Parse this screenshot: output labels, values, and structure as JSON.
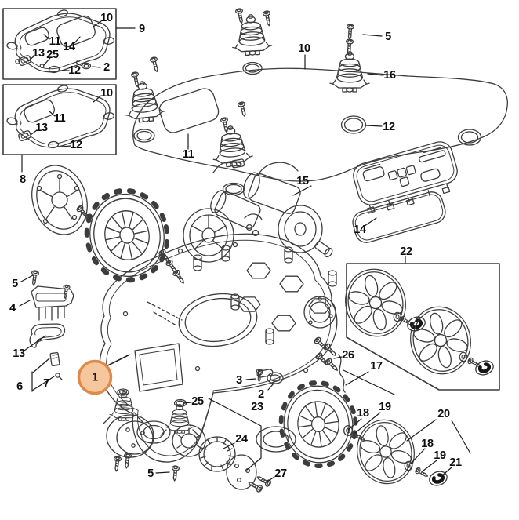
{
  "colors": {
    "line": "#3c3c3c",
    "label": "#0d0d0d",
    "highlight_fill": "#f6c79e",
    "highlight_stroke": "#de8a4b",
    "bg": "#ffffff"
  },
  "diagram": {
    "selected_part": {
      "number": "1"
    },
    "callouts": [
      {
        "part": "10"
      },
      {
        "part": "11"
      },
      {
        "part": "14"
      },
      {
        "part": "13"
      },
      {
        "part": "25"
      },
      {
        "part": "12"
      },
      {
        "part": "2"
      },
      {
        "part": "9"
      },
      {
        "part": "10"
      },
      {
        "part": "11"
      },
      {
        "part": "13"
      },
      {
        "part": "12"
      },
      {
        "part": "8"
      },
      {
        "part": "10"
      },
      {
        "part": "11"
      },
      {
        "part": "5"
      },
      {
        "part": "16"
      },
      {
        "part": "12"
      },
      {
        "part": "14"
      },
      {
        "part": "22"
      },
      {
        "part": "5"
      },
      {
        "part": "4"
      },
      {
        "part": "15"
      },
      {
        "part": "13"
      },
      {
        "part": "6"
      },
      {
        "part": "7"
      },
      {
        "part": "1"
      },
      {
        "part": "3"
      },
      {
        "part": "2"
      },
      {
        "part": "25"
      },
      {
        "part": "23"
      },
      {
        "part": "24"
      },
      {
        "part": "26"
      },
      {
        "part": "17"
      },
      {
        "part": "18"
      },
      {
        "part": "19"
      },
      {
        "part": "20"
      },
      {
        "part": "18"
      },
      {
        "part": "19"
      },
      {
        "part": "21"
      },
      {
        "part": "5"
      },
      {
        "part": "27"
      }
    ]
  }
}
